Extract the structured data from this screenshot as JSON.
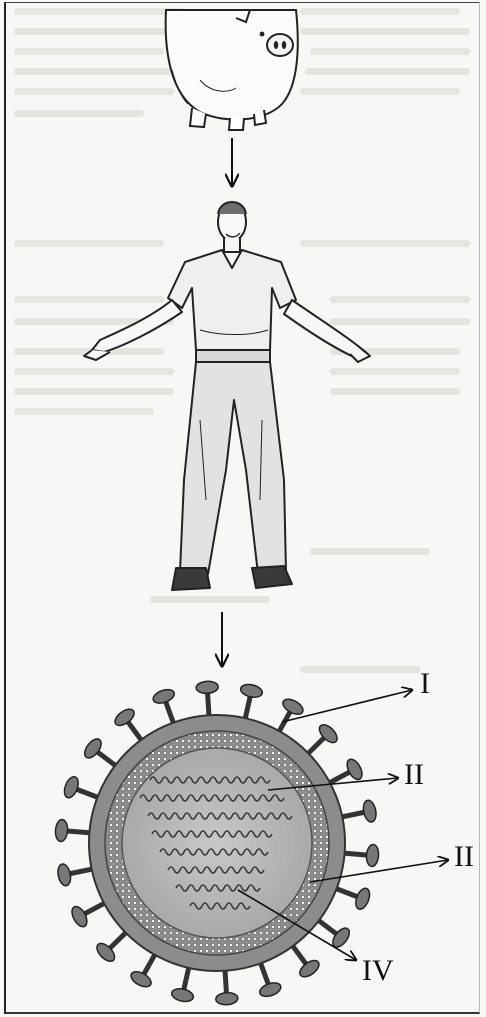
{
  "diagram": {
    "flow": [
      "pig",
      "human",
      "virus"
    ],
    "virus_labels": [
      "I",
      "II",
      "II",
      "IV"
    ]
  }
}
